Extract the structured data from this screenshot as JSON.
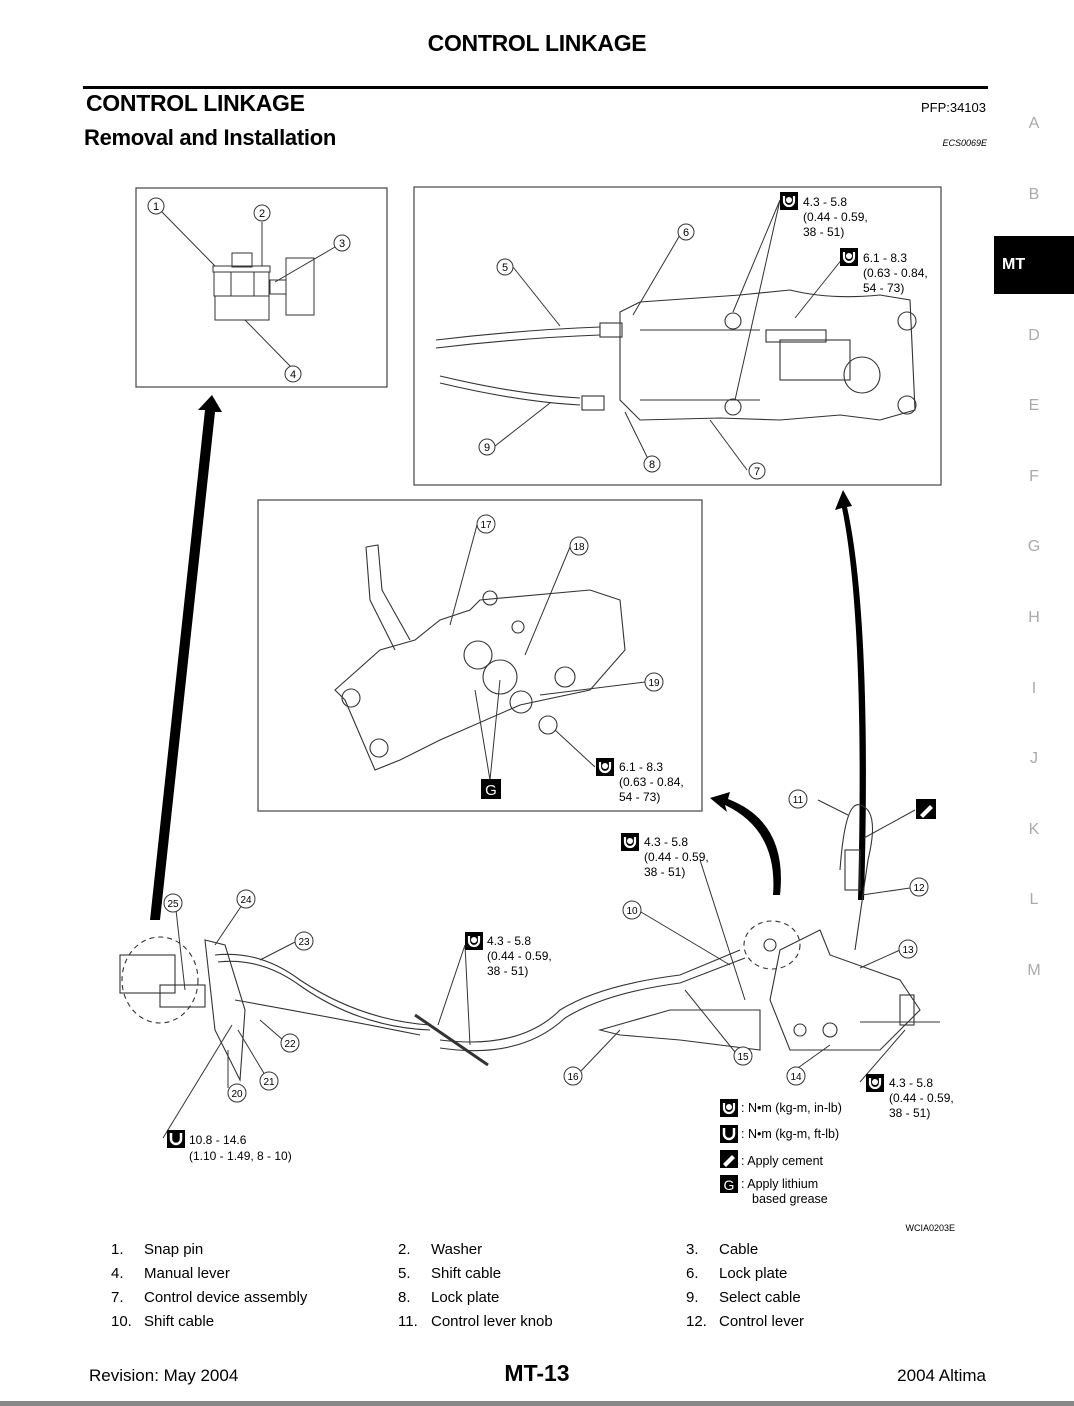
{
  "header": {
    "running_title": "CONTROL LINKAGE",
    "section_title": "CONTROL LINKAGE",
    "pfp_code": "PFP:34103",
    "subsection_title": "Removal and Installation",
    "ecs_code": "ECS0069E"
  },
  "side_tabs": [
    {
      "label": "A",
      "active": false
    },
    {
      "label": "B",
      "active": false
    },
    {
      "label": "MT",
      "active": true
    },
    {
      "label": "D",
      "active": false
    },
    {
      "label": "E",
      "active": false
    },
    {
      "label": "F",
      "active": false
    },
    {
      "label": "G",
      "active": false
    },
    {
      "label": "H",
      "active": false
    },
    {
      "label": "I",
      "active": false
    },
    {
      "label": "J",
      "active": false
    },
    {
      "label": "K",
      "active": false
    },
    {
      "label": "L",
      "active": false
    },
    {
      "label": "M",
      "active": false
    }
  ],
  "figure": {
    "id": "WCIA0203E",
    "callouts": [
      "1",
      "2",
      "3",
      "4",
      "5",
      "6",
      "7",
      "8",
      "9",
      "10",
      "11",
      "12",
      "13",
      "14",
      "15",
      "16",
      "17",
      "18",
      "19",
      "20",
      "21",
      "22",
      "23",
      "24",
      "25"
    ],
    "torque_specs": {
      "t1": {
        "line1": "4.3 - 5.8",
        "line2": "(0.44 - 0.59,",
        "line3": "38 - 51)"
      },
      "t2": {
        "line1": "6.1 - 8.3",
        "line2": "(0.63 - 0.84,",
        "line3": "54 - 73)"
      },
      "t3": {
        "line1": "6.1 - 8.3",
        "line2": "(0.63 - 0.84,",
        "line3": "54 - 73)"
      },
      "t4": {
        "line1": "4.3 - 5.8",
        "line2": "(0.44 - 0.59,",
        "line3": "38 - 51)"
      },
      "t5": {
        "line1": "4.3 - 5.8",
        "line2": "(0.44 - 0.59,",
        "line3": "38 - 51)"
      },
      "t6": {
        "line1": "4.3 - 5.8",
        "line2": "(0.44 - 0.59,",
        "line3": "38 - 51)"
      },
      "t7": {
        "line1": "10.8 - 14.6",
        "line2": "(1.10 - 1.49, 8 - 10)"
      }
    },
    "grease_symbol": "G",
    "legend": [
      {
        "icon": "torque-in-lb-icon",
        "text": ": N•m (kg-m, in-lb)"
      },
      {
        "icon": "torque-ft-lb-icon",
        "text": ": N•m (kg-m, ft-lb)"
      },
      {
        "icon": "apply-cement-icon",
        "text": ": Apply cement"
      },
      {
        "icon": "grease-icon",
        "text": ": Apply lithium",
        "text2": "based grease"
      }
    ]
  },
  "parts_list": [
    {
      "num": "1.",
      "name": "Snap pin"
    },
    {
      "num": "2.",
      "name": "Washer"
    },
    {
      "num": "3.",
      "name": "Cable"
    },
    {
      "num": "4.",
      "name": "Manual lever"
    },
    {
      "num": "5.",
      "name": "Shift cable"
    },
    {
      "num": "6.",
      "name": "Lock plate"
    },
    {
      "num": "7.",
      "name": "Control device assembly"
    },
    {
      "num": "8.",
      "name": "Lock plate"
    },
    {
      "num": "9.",
      "name": "Select cable"
    },
    {
      "num": "10.",
      "name": "Shift cable"
    },
    {
      "num": "11.",
      "name": "Control lever knob"
    },
    {
      "num": "12.",
      "name": "Control lever"
    }
  ],
  "footer": {
    "revision": "Revision: May 2004",
    "page": "MT-13",
    "model": "2004 Altima"
  }
}
